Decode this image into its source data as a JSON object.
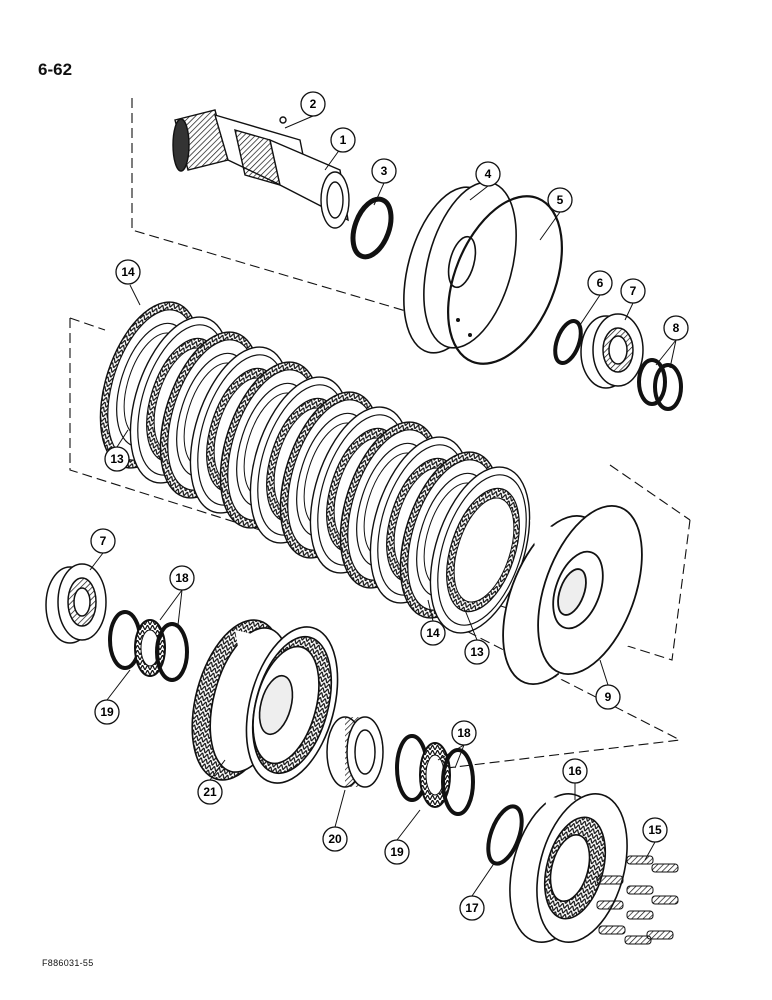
{
  "page_number": "6-62",
  "figure_code": "F886031-55",
  "callouts": [
    {
      "label": "1"
    },
    {
      "label": "2"
    },
    {
      "label": "3"
    },
    {
      "label": "4"
    },
    {
      "label": "5"
    },
    {
      "label": "6"
    },
    {
      "label": "7"
    },
    {
      "label": "8"
    },
    {
      "label": "14"
    },
    {
      "label": "13"
    },
    {
      "label": "14"
    },
    {
      "label": "13"
    },
    {
      "label": "9"
    },
    {
      "label": "7"
    },
    {
      "label": "18"
    },
    {
      "label": "19"
    },
    {
      "label": "21"
    },
    {
      "label": "20"
    },
    {
      "label": "18"
    },
    {
      "label": "19"
    },
    {
      "label": "17"
    },
    {
      "label": "16"
    },
    {
      "label": "15"
    }
  ]
}
